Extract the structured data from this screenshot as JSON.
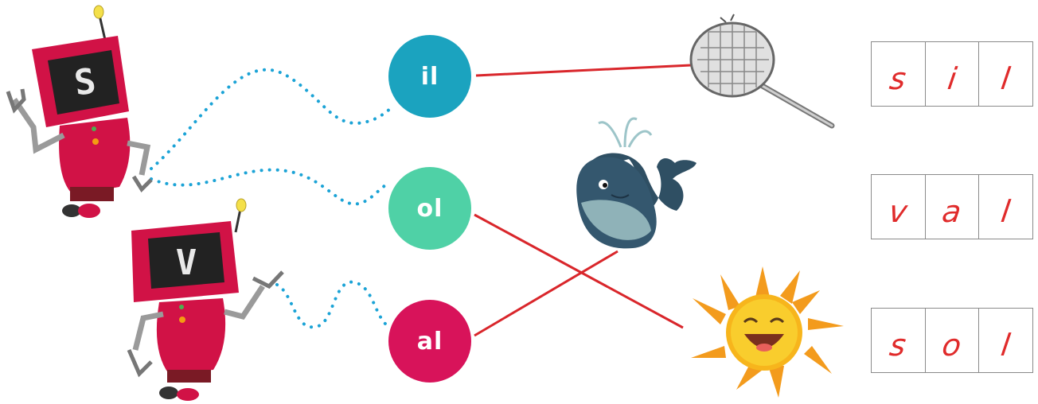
{
  "robots": [
    {
      "screen_letter": "S"
    },
    {
      "screen_letter": "V"
    }
  ],
  "syllables": [
    "il",
    "ol",
    "al"
  ],
  "pictures": [
    "sieve-icon",
    "whale-icon",
    "sun-icon"
  ],
  "words": [
    {
      "letters": [
        "s",
        "i",
        "l"
      ]
    },
    {
      "letters": [
        "v",
        "a",
        "l"
      ]
    },
    {
      "letters": [
        "s",
        "o",
        "l"
      ]
    }
  ],
  "colors": {
    "robot": "#d11246",
    "syllable_il": "#1ba3bf",
    "syllable_ol": "#4fd1a6",
    "syllable_al": "#d8135a",
    "connector_line": "#d9262b",
    "dotted_path": "#1ba3d6",
    "handwriting": "#e02b2b"
  }
}
